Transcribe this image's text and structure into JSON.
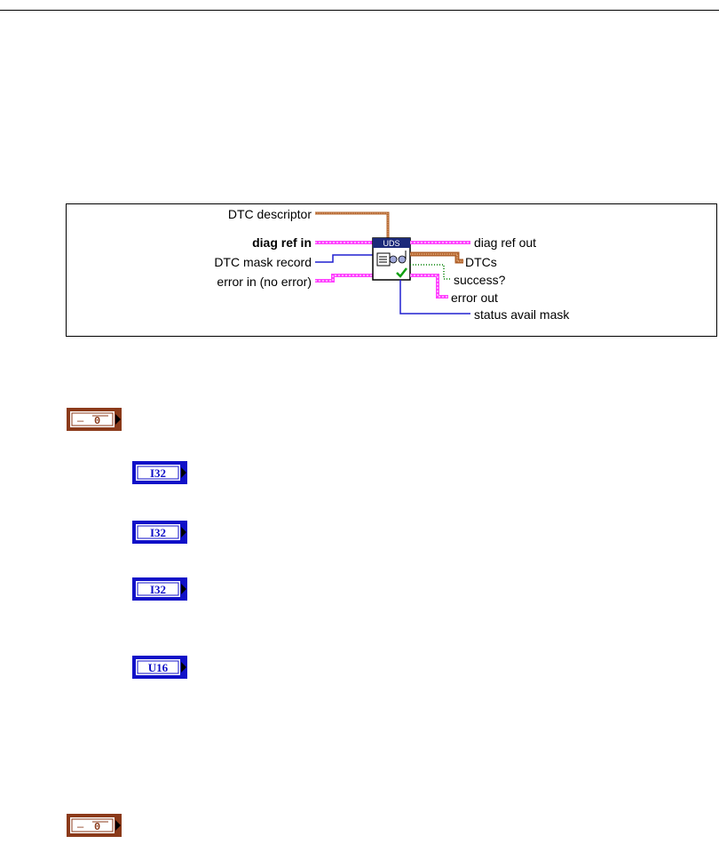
{
  "connector": {
    "inputs": {
      "dtc_descriptor": "DTC descriptor",
      "diag_ref_in": "diag ref in",
      "dtc_mask_record": "DTC mask record",
      "error_in": "error in (no error)"
    },
    "outputs": {
      "diag_ref_out": "diag ref out",
      "dtcs": "DTCs",
      "success": "success?",
      "error_out": "error out",
      "status_avail_mask": "status avail mask"
    },
    "vi_icon_title": "UDS"
  },
  "terminals": [
    {
      "type": "cluster",
      "label": "–– 0̵̱",
      "color": "#8b3a1a"
    },
    {
      "type": "numeric",
      "label": "I32",
      "color": "#1010c8"
    },
    {
      "type": "numeric",
      "label": "I32",
      "color": "#1010c8"
    },
    {
      "type": "numeric",
      "label": "I32",
      "color": "#1010c8"
    },
    {
      "type": "numeric",
      "label": "U16",
      "color": "#1010c8"
    },
    {
      "type": "cluster",
      "label": "–– 0̵̱",
      "color": "#8b3a1a"
    }
  ],
  "colors": {
    "cluster_wire": "#b0602a",
    "ref_wire": "#ff40ff",
    "numeric_wire": "#2020d0",
    "boolean_wire": "#008000"
  }
}
